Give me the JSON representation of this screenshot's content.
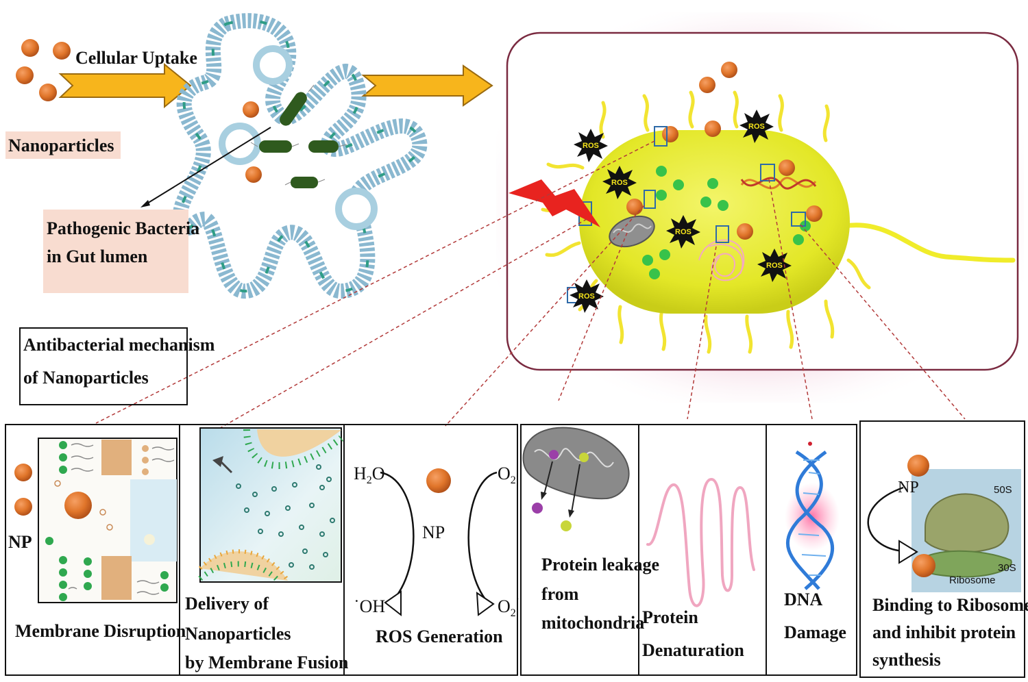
{
  "top_left": {
    "cellular_uptake": "Cellular Uptake",
    "nanoparticles": "Nanoparticles",
    "pathogenic_line1": "Pathogenic Bacteria",
    "pathogenic_line2": "in Gut lumen"
  },
  "mechanism_title": {
    "line1": "Antibacterial mechanism",
    "line2": "of Nanoparticles"
  },
  "bacterium": {
    "ros_label": "ROS"
  },
  "panels": {
    "membrane": {
      "np_label": "NP",
      "caption": "Membrane Disruption"
    },
    "delivery": {
      "line1": "Delivery of",
      "line2": "Nanoparticles",
      "line3": "by Membrane Fusion"
    },
    "ros": {
      "h2o": "H",
      "h2o_sub": "2",
      "h2o_o": "O",
      "oh": "˙OH",
      "o2": "O",
      "o2_sub": "2",
      "o2r": "O",
      "o2r_sub": "2",
      "o2r_sup": "˙",
      "np": "NP",
      "caption": "ROS Generation"
    },
    "mito": {
      "line1": "Protein leakage",
      "line2": "from",
      "line3": "mitochondria"
    },
    "denat": {
      "line1": "Protein",
      "line2": "Denaturation"
    },
    "dna": {
      "line1": "DNA",
      "line2": "Damage"
    },
    "ribo": {
      "np": "NP",
      "s50": "50S",
      "s30": "30S",
      "ribosome": "Ribosome",
      "line1": "Binding to Ribosomes",
      "line2": "and inhibit protein",
      "line3": "synthesis"
    }
  },
  "colors": {
    "nanoparticle": "#e0752a",
    "arrow_fill": "#f7b51c",
    "bacterium_body": "#e6ea2c",
    "cell_frame": "#7a2a40",
    "ros_star": "#111111",
    "green_dots": "#38c24a",
    "dna_blue": "#2f7bd8"
  }
}
